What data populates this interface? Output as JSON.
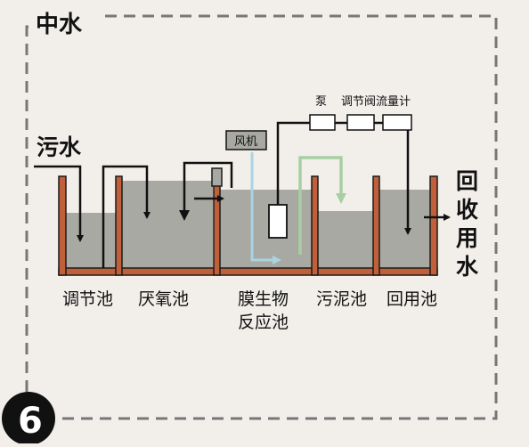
{
  "title": "中水",
  "badge_number": "6",
  "inlet_label": "污水",
  "outlet_label": [
    "回",
    "收",
    "用",
    "水"
  ],
  "blower_label": "风机",
  "pump_label": "泵",
  "flowmeter_label": "调节阀流量计",
  "tanks": {
    "regulating": "调节池",
    "anaerobic": "厌氧池",
    "mbr": [
      "膜生物",
      "反应池"
    ],
    "sludge": "污泥池",
    "reuse": "回用池"
  },
  "colors": {
    "wall": "#c0603a",
    "wall_stroke": "#1a1a1a",
    "water": "#a9a9a3",
    "air_line": "#a9d4e2",
    "sludge_line": "#a8cfa3",
    "frame_dash": "#777777",
    "badge_bg": "#111111"
  }
}
